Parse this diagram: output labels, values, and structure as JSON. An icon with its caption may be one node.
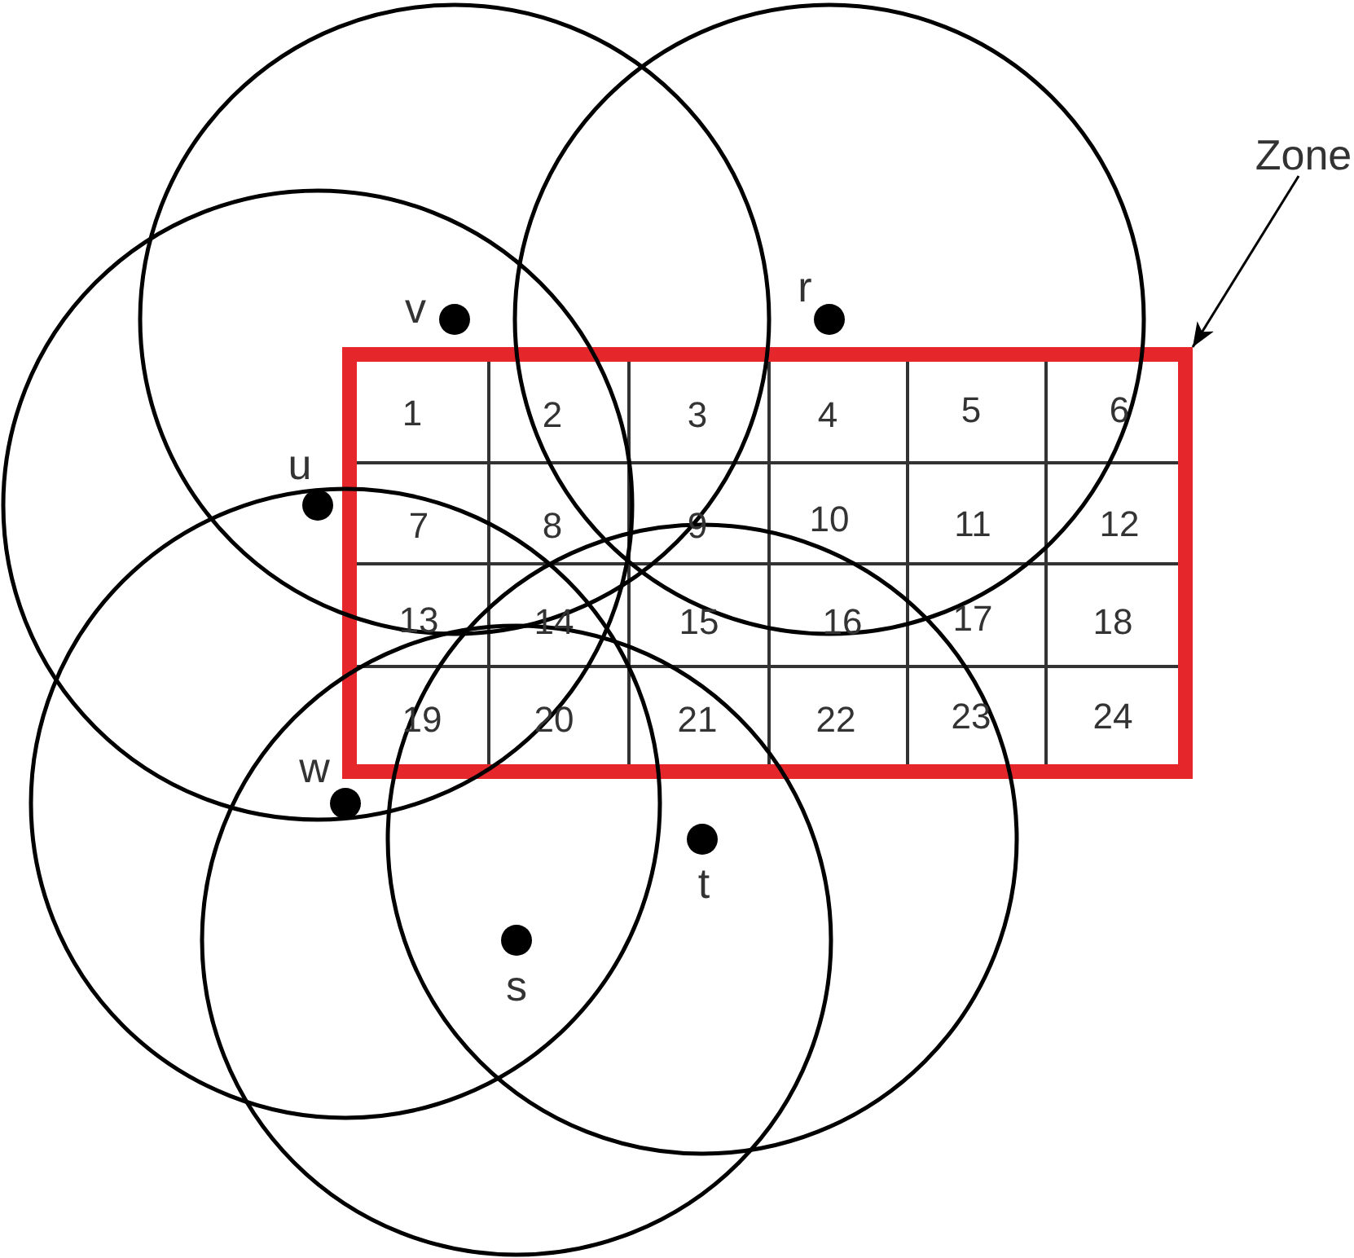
{
  "diagram": {
    "nodes": [
      {
        "text": [
          "Zone"
        ]
      },
      {
        "text": [],
        "shape": "box"
      }
    ],
    "edges": [
      {
        "from": 0,
        "to": 1,
        "arrow": "to"
      }
    ],
    "labels": [
      "v",
      "r",
      "1",
      "2",
      "3",
      "4",
      "5",
      "6",
      "u",
      "7",
      "8",
      "9",
      "10",
      "11",
      "12",
      "13",
      "14",
      "15",
      "16",
      "17",
      "18",
      "19",
      "20",
      "21",
      "22",
      "23",
      "24",
      "w",
      "t",
      "s"
    ]
  }
}
